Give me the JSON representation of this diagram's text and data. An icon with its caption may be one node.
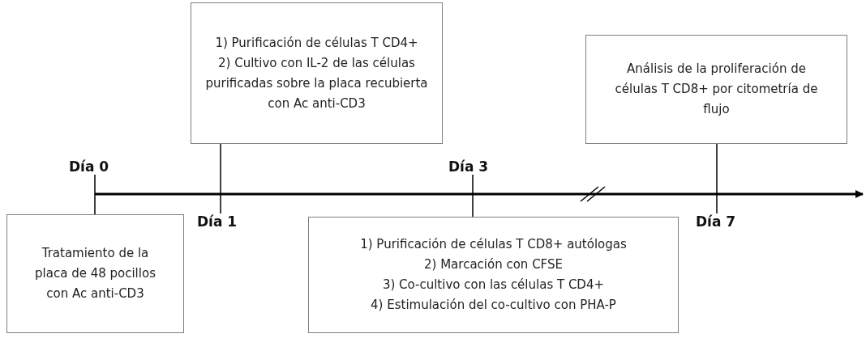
{
  "diagram": {
    "nodes": [
      {
        "text": [
          "1) Purificación de células T CD4+",
          "2) Cultivo con IL-2 de las células purificadas sobre la placa recubierta con Ac anti-CD3"
        ]
      },
      {
        "text": [
          "Análisis de la proliferación de células T CD8+ por citometría de flujo"
        ]
      },
      {
        "text": [
          "Tratamiento de la placa de 48 pocillos con Ac anti-CD3"
        ]
      },
      {
        "text": [
          "1) Purificación de células T CD8+ autólogas",
          "2) Marcación con CFSE",
          "3) Co-cultivo con las células T CD4+",
          "4) Estimulación del co-cultivo con PHA-P"
        ]
      },
      {
        "text": [
          "Día 0"
        ]
      },
      {
        "text": [
          "Día 3"
        ]
      },
      {
        "text": [
          "Día 1"
        ]
      },
      {
        "text": [
          "Día 7"
        ]
      }
    ],
    "edges": [
      {
        "from": 0,
        "to": 6,
        "arrow": "none"
      },
      {
        "from": 1,
        "to": 7,
        "arrow": "none"
      },
      {
        "from": 2,
        "to": 4,
        "arrow": "none"
      },
      {
        "from": 3,
        "to": 5,
        "arrow": "none"
      }
    ]
  }
}
